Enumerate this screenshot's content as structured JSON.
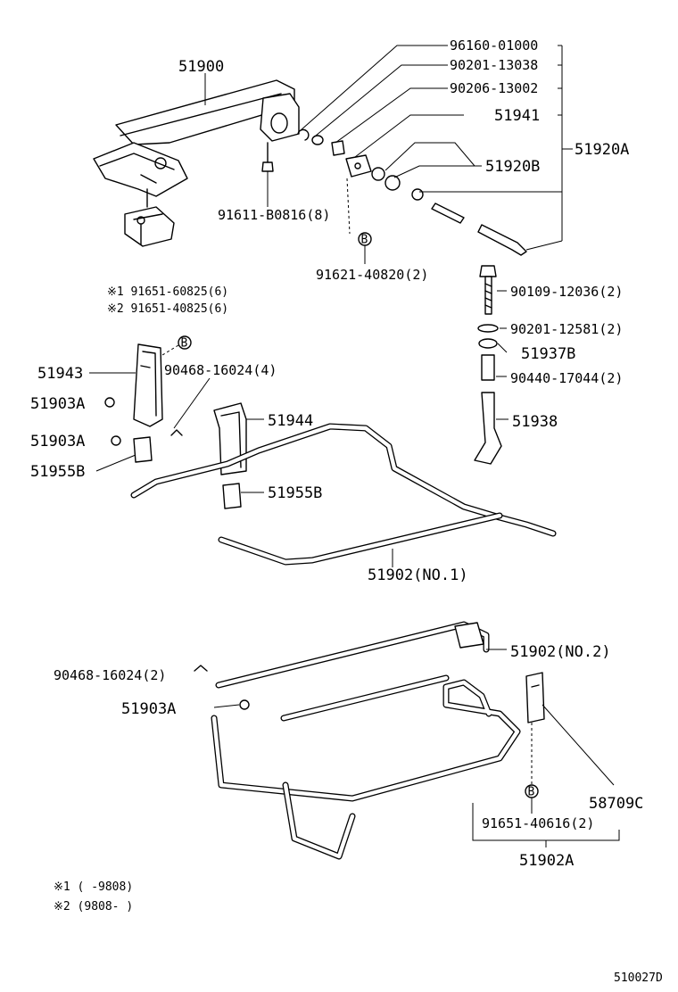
{
  "labels": {
    "l51900": "51900",
    "l96160": "96160-01000",
    "l90201a": "90201-13038",
    "l90206": "90206-13002",
    "l51941": "51941",
    "l51920A": "51920A",
    "l51920B": "51920B",
    "l91611": "91611-B0816(8)",
    "l91621": "91621-40820(2)",
    "note1": "※1 91651-60825(6)",
    "note2": "※2 91651-40825(6)",
    "l90109": "90109-12036(2)",
    "l90201b": "90201-12581(2)",
    "l51937B": "51937B",
    "l90440": "90440-17044(2)",
    "l51938": "51938",
    "l51943": "51943",
    "l90468a": "90468-16024(4)",
    "l51903A_1": "51903A",
    "l51903A_2": "51903A",
    "l51944": "51944",
    "l51955B_1": "51955B",
    "l51955B_2": "51955B",
    "l51902_1": "51902(NO.1)",
    "l51902_2": "51902(NO.2)",
    "l90468b": "90468-16024(2)",
    "l51903A_3": "51903A",
    "l58709C": "58709C",
    "l91651": "91651-40616(2)",
    "l51902A": "51902A",
    "foot1": "※1 (      -9808)",
    "foot2": "※2 (9808-      )",
    "code": "510027D"
  },
  "bolt_marker": "B"
}
